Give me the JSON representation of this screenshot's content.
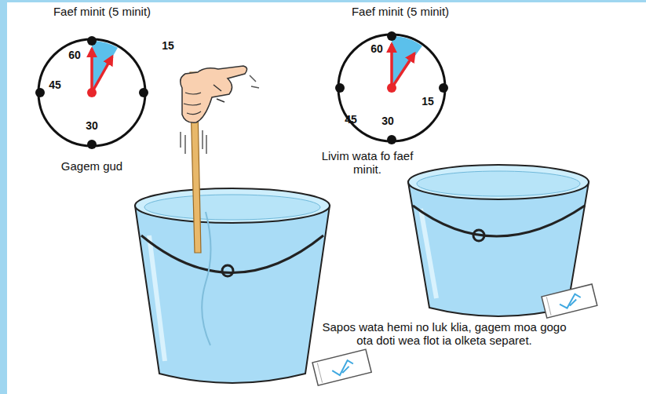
{
  "diagram": {
    "labels": [
      "Faef minit (5 minit)",
      "60",
      "15",
      "45",
      "30",
      "Gagem gud",
      "Faef minit (5 minit)",
      "60",
      "15",
      "45",
      "30",
      "Livim wata fo faef minit.",
      "Sapos wata hemi no luk klia, gagem moa gogo ota doti wea flot ia olketa separet."
    ]
  }
}
